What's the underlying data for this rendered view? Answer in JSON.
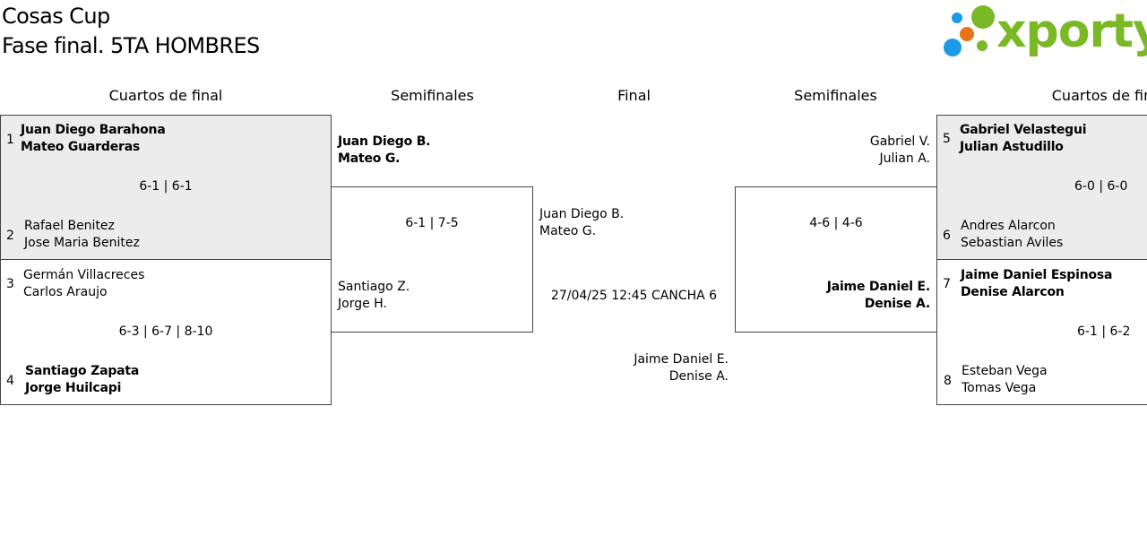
{
  "header": {
    "title": "Cosas Cup",
    "subtitle": "Fase final. 5TA HOMBRES"
  },
  "logo": {
    "text": "xporty",
    "color": "#7ab826",
    "dot_colors": [
      "#1a9be6",
      "#7ab826",
      "#e8731a"
    ]
  },
  "rounds": {
    "left_qf": "Cuartos de final",
    "left_sf": "Semifinales",
    "final": "Final",
    "right_sf": "Semifinales",
    "right_qf": "Cuartos de fin"
  },
  "qf_left": {
    "m1": {
      "top_seed": "1",
      "top_p1": "Juan Diego Barahona",
      "top_p2": "Mateo Guarderas",
      "score": "6-1 | 6-1",
      "bot_seed": "2",
      "bot_p1": "Rafael Benitez",
      "bot_p2": "Jose Maria Benitez"
    },
    "m2": {
      "top_seed": "3",
      "top_p1": "Germán Villacreces",
      "top_p2": "Carlos Araujo",
      "score": "6-3 | 6-7 | 8-10",
      "bot_seed": "4",
      "bot_p1": "Santiago Zapata",
      "bot_p2": "Jorge Huilcapi"
    }
  },
  "sf_left": {
    "top_p1": "Juan Diego B.",
    "top_p2": "Mateo G.",
    "score": "6-1 | 7-5",
    "bot_p1": "Santiago Z.",
    "bot_p2": "Jorge H."
  },
  "final": {
    "top_p1": "Juan Diego B.",
    "top_p2": "Mateo G.",
    "schedule": "27/04/25 12:45 CANCHA 6",
    "bot_p1": "Jaime Daniel E.",
    "bot_p2": "Denise A."
  },
  "sf_right": {
    "top_p1": "Gabriel V.",
    "top_p2": "Julian A.",
    "score": "4-6 | 4-6",
    "bot_p1": "Jaime Daniel E.",
    "bot_p2": "Denise A."
  },
  "qf_right": {
    "m1": {
      "top_seed": "5",
      "top_p1": "Gabriel Velastegui",
      "top_p2": "Julian Astudillo",
      "score": "6-0 | 6-0",
      "bot_seed": "6",
      "bot_p1": "Andres Alarcon",
      "bot_p2": "Sebastian Aviles"
    },
    "m2": {
      "top_seed": "7",
      "top_p1": "Jaime Daniel Espinosa",
      "top_p2": "Denise Alarcon",
      "score": "6-1 | 6-2",
      "bot_seed": "8",
      "bot_p1": "Esteban Vega",
      "bot_p2": "Tomas Vega"
    }
  }
}
